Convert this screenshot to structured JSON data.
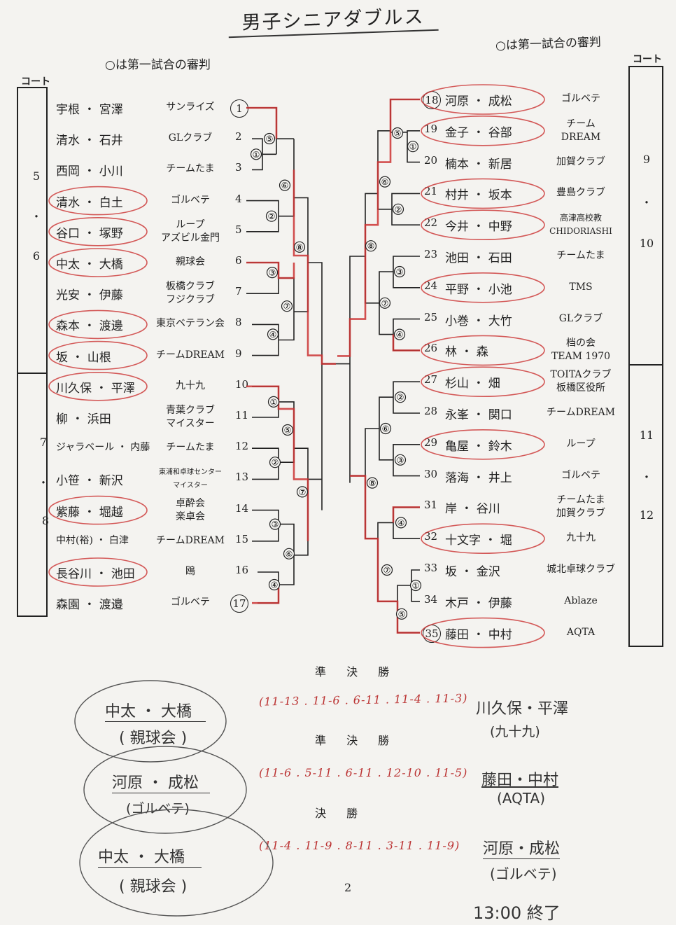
{
  "title": "男子シニアダブルス",
  "referee_note_left": "○は第一試合の審判",
  "referee_note_right": "○は第一試合の審判",
  "court_header_left": "コート",
  "court_header_right": "コート",
  "courts_left": [
    "5",
    "・",
    "6",
    "7",
    "・",
    "8"
  ],
  "courts_right": [
    "9",
    "・",
    "10",
    "11",
    "・",
    "12"
  ],
  "left_entries": [
    {
      "no": "1",
      "players": "宇根 ・ 宮澤",
      "club": "サンライズ"
    },
    {
      "no": "2",
      "players": "清水 ・ 石井",
      "club": "GLクラブ"
    },
    {
      "no": "3",
      "players": "西岡 ・ 小川",
      "club": "チームたま"
    },
    {
      "no": "4",
      "players": "清水 ・ 白土",
      "club": "ゴルベテ"
    },
    {
      "no": "5",
      "players": "谷口 ・ 塚野",
      "club": "ループ\nアズビル金門"
    },
    {
      "no": "6",
      "players": "中太 ・ 大橋",
      "club": "親球会"
    },
    {
      "no": "7",
      "players": "光安 ・ 伊藤",
      "club": "板橋クラブ\nフジクラブ"
    },
    {
      "no": "8",
      "players": "森本 ・ 渡邊",
      "club": "東京ベテラン会"
    },
    {
      "no": "9",
      "players": "坂 ・ 山根",
      "club": "チームDREAM"
    },
    {
      "no": "10",
      "players": "川久保 ・ 平澤",
      "club": "九十九"
    },
    {
      "no": "11",
      "players": "柳 ・ 浜田",
      "club": "青葉クラブ\nマイスター"
    },
    {
      "no": "12",
      "players": "ジャラベール ・ 内藤",
      "club": "チームたま"
    },
    {
      "no": "13",
      "players": "小笹 ・ 新沢",
      "club": "東浦和卓球センター\nマイスター"
    },
    {
      "no": "14",
      "players": "紫藤 ・ 堀越",
      "club": "卓酔会\n楽卓会"
    },
    {
      "no": "15",
      "players": "中村(裕) ・ 白津",
      "club": "チームDREAM"
    },
    {
      "no": "16",
      "players": "長谷川 ・ 池田",
      "club": "鴎"
    },
    {
      "no": "17",
      "players": "森園 ・ 渡邉",
      "club": "ゴルベテ"
    }
  ],
  "right_entries": [
    {
      "no": "18",
      "players": "河原 ・ 成松",
      "club": "ゴルベテ"
    },
    {
      "no": "19",
      "players": "金子 ・ 谷部",
      "club": "チーム\nDREAM"
    },
    {
      "no": "20",
      "players": "楠本 ・ 新居",
      "club": "加賀クラブ"
    },
    {
      "no": "21",
      "players": "村井 ・ 坂本",
      "club": "豊島クラブ"
    },
    {
      "no": "22",
      "players": "今井 ・ 中野",
      "club": "高津高校教\nCHIDORIASHI"
    },
    {
      "no": "23",
      "players": "池田 ・ 石田",
      "club": "チームたま"
    },
    {
      "no": "24",
      "players": "平野 ・ 小池",
      "club": "TMS"
    },
    {
      "no": "25",
      "players": "小巻 ・ 大竹",
      "club": "GLクラブ"
    },
    {
      "no": "26",
      "players": "林 ・ 森",
      "club": "档の会\nTEAM 1970"
    },
    {
      "no": "27",
      "players": "杉山 ・ 畑",
      "club": "TOITAクラブ\n板橋区役所"
    },
    {
      "no": "28",
      "players": "永峯 ・ 関口",
      "club": "チームDREAM"
    },
    {
      "no": "29",
      "players": "亀屋 ・ 鈴木",
      "club": "ループ"
    },
    {
      "no": "30",
      "players": "落海 ・ 井上",
      "club": "ゴルベテ"
    },
    {
      "no": "31",
      "players": "岸 ・ 谷川",
      "club": "チームたま\n加賀クラブ"
    },
    {
      "no": "32",
      "players": "十文字 ・ 堀",
      "club": "九十九"
    },
    {
      "no": "33",
      "players": "坂 ・ 金沢",
      "club": "城北卓球クラブ"
    },
    {
      "no": "34",
      "players": "木戸 ・ 伊藤",
      "club": "Ablaze"
    },
    {
      "no": "35",
      "players": "藤田 ・ 中村",
      "club": "AQTA"
    }
  ],
  "finals": {
    "semi1_label": "準 決 勝",
    "semi1_winner": "中太 ・ 大橋",
    "semi1_winner_club": "( 親球会 )",
    "semi1_score": "(11-13 . 11-6 . 6-11 . 11-4 . 11-3)",
    "semi1_loser": "川久保・平澤",
    "semi1_loser_club": "(九十九)",
    "semi2_label": "準 決 勝",
    "semi2_winner": "河原 ・ 成松",
    "semi2_winner_club": "(ゴルベテ)",
    "semi2_score": "(11-6 . 5-11 . 6-11 . 12-10 . 11-5)",
    "semi2_loser": "藤田・中村",
    "semi2_loser_club": "(AQTA)",
    "final_label": "決 勝",
    "final_winner": "中太 ・ 大橋",
    "final_winner_club": "( 親球会 )",
    "final_score": "(11-4 . 11-9 . 8-11 . 3-11 . 11-9)",
    "final_loser": "河原・成松",
    "final_loser_club": "(ゴルベテ)",
    "end_time": "13:00 終了"
  },
  "page_number": "2",
  "colors": {
    "ink": "#222222",
    "red_pen": "#cc3333"
  }
}
